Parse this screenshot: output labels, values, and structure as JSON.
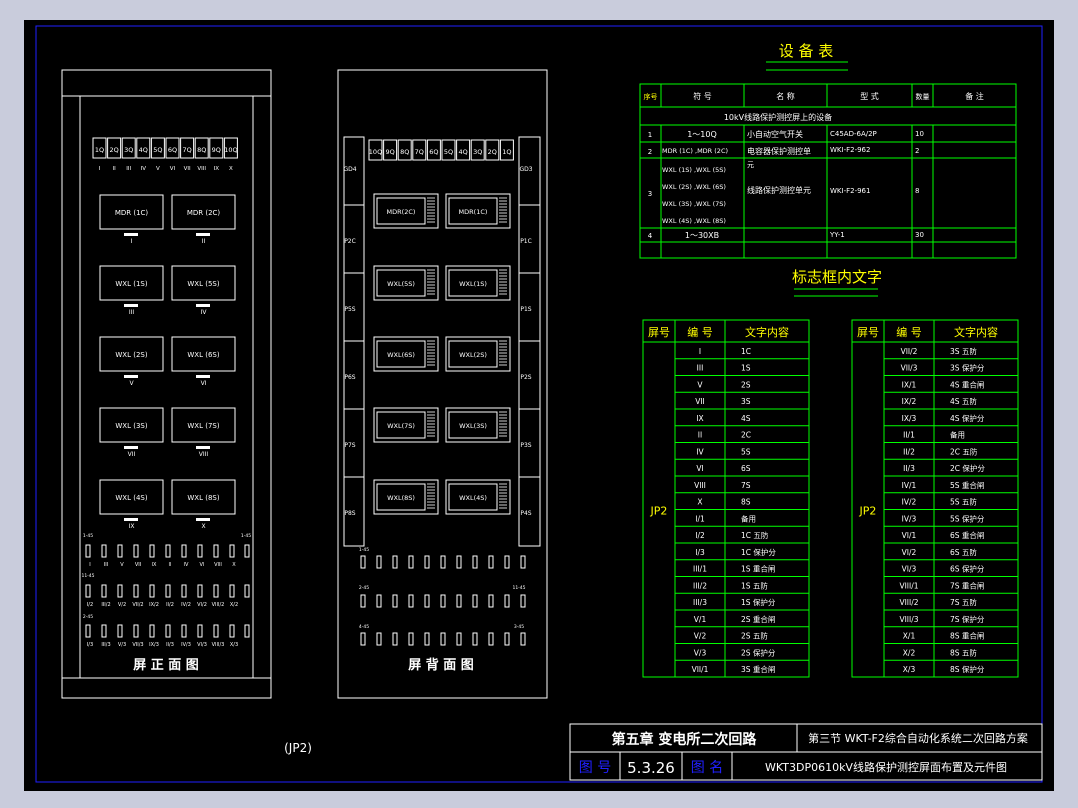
{
  "front_panel": {
    "top_labels": [
      "1Q",
      "2Q",
      "3Q",
      "4Q",
      "5Q",
      "6Q",
      "7Q",
      "8Q",
      "9Q",
      "10Q"
    ],
    "top_romans": [
      "I",
      "II",
      "III",
      "IV",
      "V",
      "VI",
      "VII",
      "VIII",
      "IX",
      "X"
    ],
    "boxes": [
      {
        "label": "MDR (1C)",
        "roman": "I"
      },
      {
        "label": "MDR (2C)",
        "roman": "II"
      },
      {
        "label": "WXL (1S)",
        "roman": "III"
      },
      {
        "label": "WXL (5S)",
        "roman": "IV"
      },
      {
        "label": "WXL (2S)",
        "roman": "V"
      },
      {
        "label": "WXL (6S)",
        "roman": "VI"
      },
      {
        "label": "WXL (3S)",
        "roman": "VII"
      },
      {
        "label": "WXL (7S)",
        "roman": "VIII"
      },
      {
        "label": "WXL (4S)",
        "roman": "IX"
      },
      {
        "label": "WXL (8S)",
        "roman": "X"
      }
    ],
    "row_tags": [
      "1-45",
      "1-45",
      "11-45",
      "2-45"
    ],
    "term_row1": [
      "I",
      "III",
      "V",
      "VII",
      "IX",
      "II",
      "IV",
      "VI",
      "VIII",
      "X"
    ],
    "term_row2": [
      "I/2",
      "III/2",
      "V/2",
      "VII/2",
      "IX/2",
      "II/2",
      "IV/2",
      "VI/2",
      "VIII/2",
      "X/2"
    ],
    "term_row3": [
      "I/3",
      "III/3",
      "V/3",
      "VII/3",
      "IX/3",
      "II/3",
      "IV/3",
      "VI/3",
      "VIII/3",
      "X/3"
    ],
    "caption": "屏 正 面 图"
  },
  "back_panel": {
    "top_labels": [
      "10Q",
      "9Q",
      "8Q",
      "7Q",
      "6Q",
      "5Q",
      "4Q",
      "3Q",
      "2Q",
      "1Q"
    ],
    "left_labels": [
      "GD4",
      "P2C",
      "P5S",
      "P6S",
      "P7S",
      "P8S"
    ],
    "right_labels": [
      "GD3",
      "P1C",
      "P1S",
      "P2S",
      "P3S",
      "P4S"
    ],
    "boxes": [
      "MDR(2C)",
      "MDR(1C)",
      "WXL(5S)",
      "WXL(1S)",
      "WXL(6S)",
      "WXL(2S)",
      "WXL(7S)",
      "WXL(3S)",
      "WXL(8S)",
      "WXL(4S)"
    ],
    "row_tags": [
      "1-45",
      "2-45",
      "11-45",
      "4-45",
      "3-45"
    ],
    "caption": "屏 背 面 图"
  },
  "jp_label": "(JP2)",
  "equipment_table": {
    "title": "设 备 表",
    "headers": [
      "序号",
      "符   号",
      "名    称",
      "型     式",
      "数量",
      "备     注"
    ],
    "group_row": "10kV线路保护测控屏上的设备",
    "rows": [
      {
        "no": "1",
        "symbol": "1～10Q",
        "name": "小自动空气开关",
        "model": "C45AD-6A/2P",
        "qty": "10"
      },
      {
        "no": "2",
        "symbol": "MDR (1C) ,MDR (2C)",
        "name": "电容器保护测控单",
        "model": "WKI-F2-962",
        "qty": "2"
      },
      {
        "no": "3",
        "symbol_lines": [
          "WXL (1S) ,WXL (5S)",
          "WXL (2S) ,WXL (6S)",
          "WXL (3S) ,WXL (7S)",
          "WXL (4S) ,WXL (8S)"
        ],
        "name_top": "元",
        "name": "线路保护测控单元",
        "model": "WKI-F2-961",
        "qty": "8"
      },
      {
        "no": "4",
        "symbol": "1～30XB",
        "name": "",
        "model": "YY-1",
        "qty": "30"
      }
    ]
  },
  "marker_section": {
    "title": "标志框内文字",
    "headers": [
      "屏号",
      "编  号",
      "文字内容"
    ],
    "panel": "JP2",
    "left_rows": [
      [
        "I",
        "1C"
      ],
      [
        "III",
        "1S"
      ],
      [
        "V",
        "2S"
      ],
      [
        "VII",
        "3S"
      ],
      [
        "IX",
        "4S"
      ],
      [
        "II",
        "2C"
      ],
      [
        "IV",
        "5S"
      ],
      [
        "VI",
        "6S"
      ],
      [
        "VIII",
        "7S"
      ],
      [
        "X",
        "8S"
      ],
      [
        "I/1",
        "备用"
      ],
      [
        "I/2",
        "1C 五防"
      ],
      [
        "I/3",
        "1C 保护分"
      ],
      [
        "III/1",
        "1S 重合闸"
      ],
      [
        "III/2",
        "1S 五防"
      ],
      [
        "III/3",
        "1S 保护分"
      ],
      [
        "V/1",
        "2S 重合闸"
      ],
      [
        "V/2",
        "2S 五防"
      ],
      [
        "V/3",
        "2S 保护分"
      ],
      [
        "VII/1",
        "3S 重合闸"
      ]
    ],
    "right_rows": [
      [
        "VII/2",
        "3S 五防"
      ],
      [
        "VII/3",
        "3S 保护分"
      ],
      [
        "IX/1",
        "4S 重合闸"
      ],
      [
        "IX/2",
        "4S 五防"
      ],
      [
        "IX/3",
        "4S 保护分"
      ],
      [
        "II/1",
        "备用"
      ],
      [
        "II/2",
        "2C 五防"
      ],
      [
        "II/3",
        "2C 保护分"
      ],
      [
        "IV/1",
        "5S 重合闸"
      ],
      [
        "IV/2",
        "5S 五防"
      ],
      [
        "IV/3",
        "5S 保护分"
      ],
      [
        "VI/1",
        "6S 重合闸"
      ],
      [
        "VI/2",
        "6S 五防"
      ],
      [
        "VI/3",
        "6S 保护分"
      ],
      [
        "VIII/1",
        "7S 重合闸"
      ],
      [
        "VIII/2",
        "7S 五防"
      ],
      [
        "VIII/3",
        "7S 保护分"
      ],
      [
        "X/1",
        "8S 重合闸"
      ],
      [
        "X/2",
        "8S 五防"
      ],
      [
        "X/3",
        "8S 保护分"
      ]
    ]
  },
  "title_block": {
    "chapter": "第五章 变电所二次回路",
    "section": "第三节 WKT-F2综合自动化系统二次回路方案",
    "fig_no_label": "图 号",
    "fig_no": "5.3.26",
    "fig_name_label": "图 名",
    "fig_name": "WKT3DP0610kV线路保护测控屏面布置及元件图"
  },
  "colors": {
    "bg": "#000000",
    "line": "#ffffff",
    "green": "#00ff00",
    "blue": "#2020ff",
    "yellow": "#ffff00",
    "frame": "#c9ccdc"
  }
}
